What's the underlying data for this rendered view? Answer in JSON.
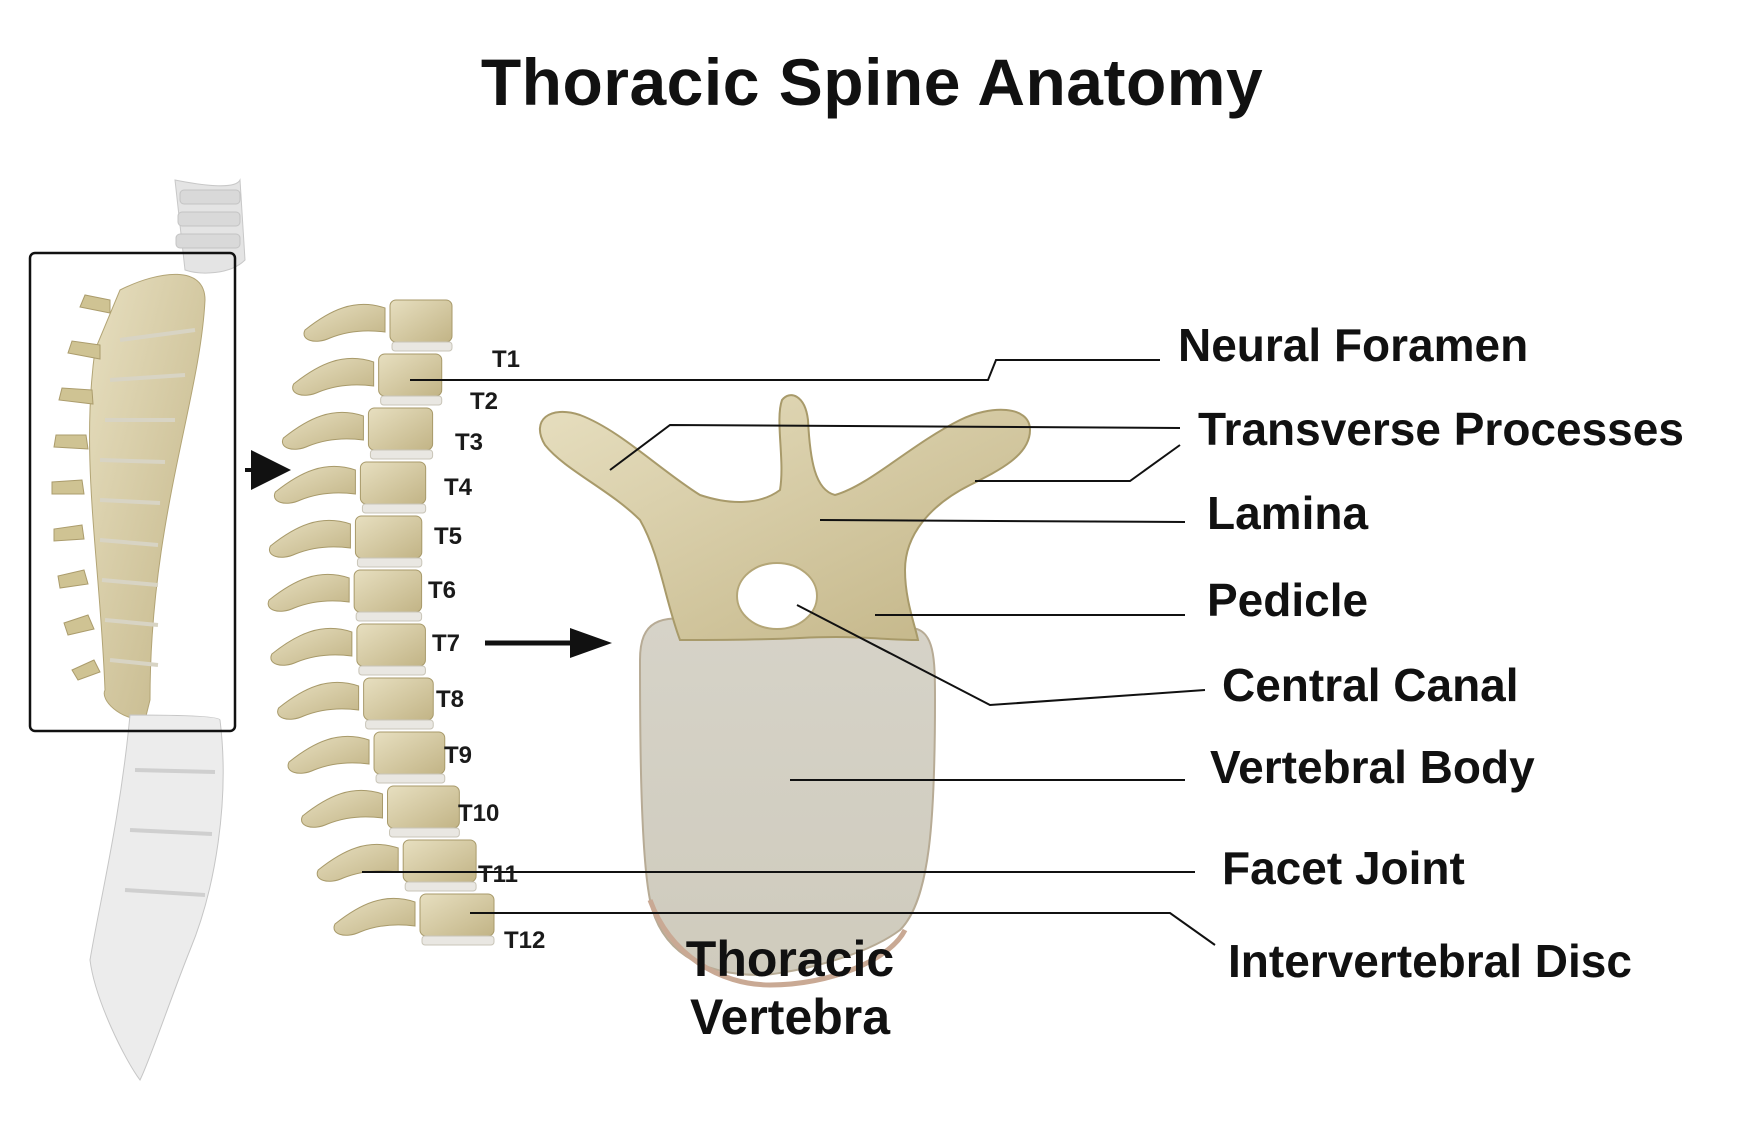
{
  "title": "Thoracic Spine Anatomy",
  "vertebra_labels": [
    "T1",
    "T2",
    "T3",
    "T4",
    "T5",
    "T6",
    "T7",
    "T8",
    "T9",
    "T10",
    "T11",
    "T12"
  ],
  "part_labels": {
    "neural_foramen": "Neural Foramen",
    "transverse_processes": "Transverse Processes",
    "lamina": "Lamina",
    "pedicle": "Pedicle",
    "central_canal": "Central Canal",
    "vertebral_body": "Vertebral Body",
    "facet_joint": "Facet Joint",
    "intervertebral_disc": "Intervertebral Disc"
  },
  "caption": {
    "line1": "Thoracic",
    "line2": "Vertebra"
  },
  "colors": {
    "bone": "#d8cda5",
    "bone_shade": "#b6a77a",
    "disc": "#e9e7e2",
    "gray_spine": "#e6e6e6",
    "body_face": "#dad8d0",
    "line": "#111111"
  }
}
